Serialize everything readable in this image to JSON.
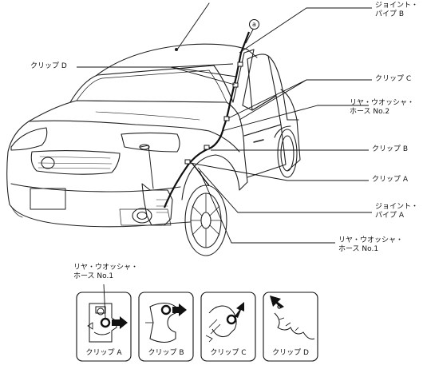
{
  "callouts": {
    "joint_pipe_b": [
      "ジョイント・",
      "パイプ B"
    ],
    "clip_d": "クリップ D",
    "clip_c": "クリップ C",
    "rear_washer_hose_2": [
      "リヤ・ウオッシャ・",
      "ホース No.2"
    ],
    "clip_b": "クリップ B",
    "clip_a": "クリップ A",
    "joint_pipe_a": [
      "ジョイント・",
      "パイプ A"
    ],
    "rear_washer_hose_1": [
      "リヤ・ウオッシャ・",
      "ホース No.1"
    ],
    "marker_a": "a"
  },
  "detail": {
    "hose_label": [
      "リヤ・ウオッシャ・",
      "ホース No.1"
    ],
    "boxes": [
      {
        "label": "クリップ A"
      },
      {
        "label": "クリップ B"
      },
      {
        "label": "クリップ C"
      },
      {
        "label": "クリップ D"
      }
    ]
  }
}
